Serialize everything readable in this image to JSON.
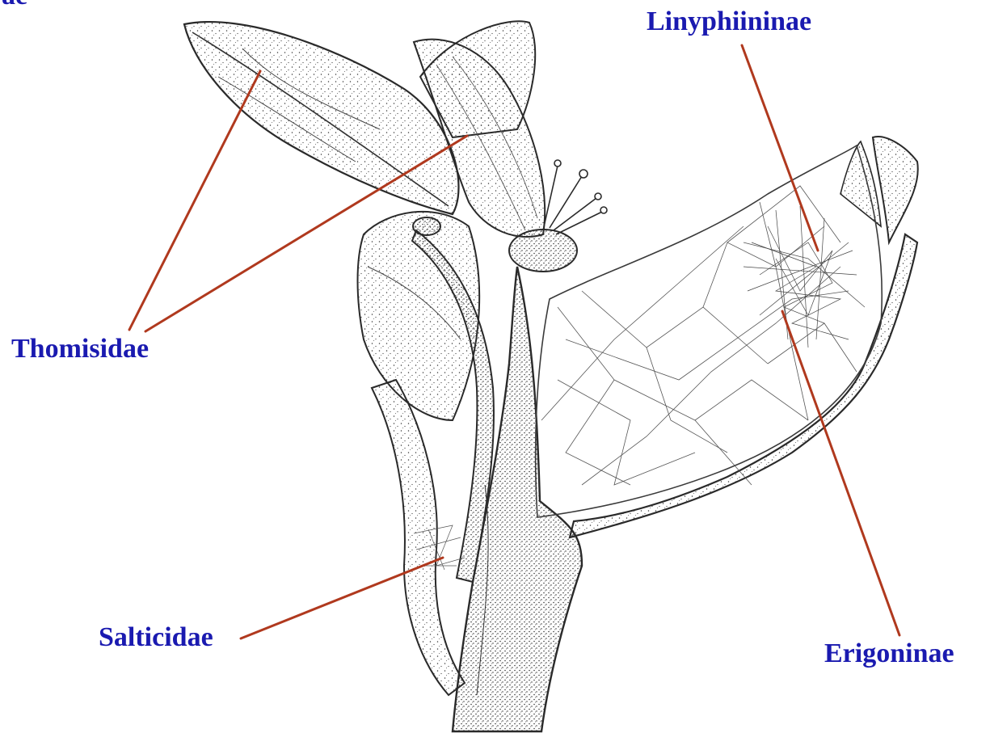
{
  "colors": {
    "label": "#1a1ab0",
    "leader": "#b0391e",
    "ink": "#2a2a2a"
  },
  "labels": {
    "top_cut": "ae",
    "linyphiininae": "Linyphiininae",
    "thomisidae": "Thomisidae",
    "salticidae": "Salticidae",
    "erigoninae": "Erigoninae"
  }
}
